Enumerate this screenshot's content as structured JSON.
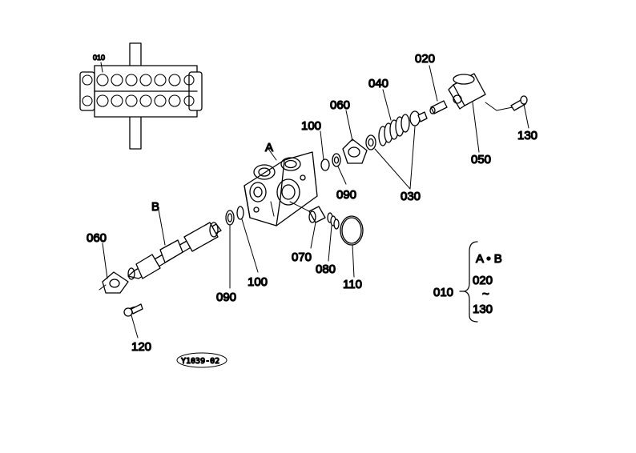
{
  "labels": {
    "p010_inset": "010",
    "p020": "020",
    "p040": "040",
    "p060_top": "060",
    "p100_top": "100",
    "p130": "130",
    "p050": "050",
    "pA": "A",
    "p090_top": "090",
    "p030": "030",
    "pB": "B",
    "p060_left": "060",
    "p070": "070",
    "p080": "080",
    "p110": "110",
    "p100_bottom": "100",
    "p090_bottom": "090",
    "p120": "120"
  },
  "legend": {
    "root": "010",
    "line1": "A • B",
    "line2": "020",
    "tilde": "~",
    "line3": "130"
  },
  "reference_code": "Y1039-02",
  "colors": {
    "ink": "#000000",
    "paper": "#ffffff"
  }
}
